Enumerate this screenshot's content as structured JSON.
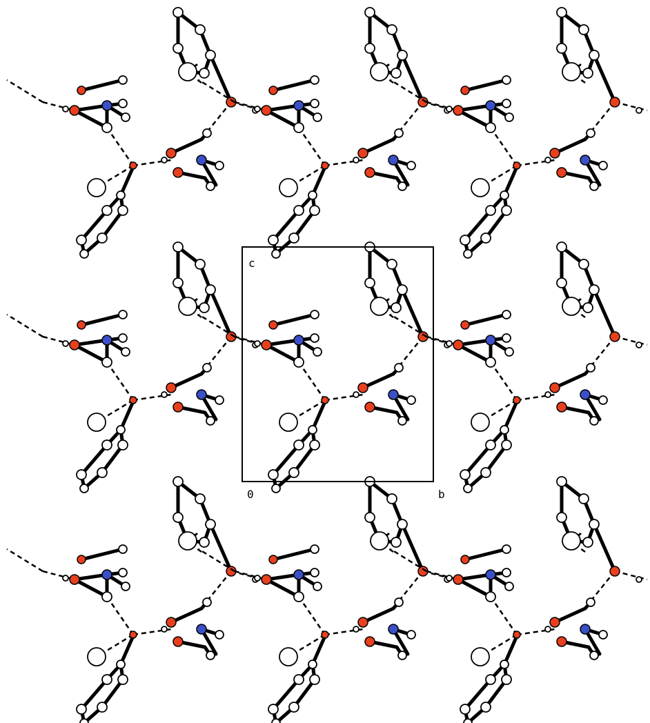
{
  "figure": {
    "unit_cell": {
      "corner_labels": {
        "origin": "0",
        "c_axis": "c",
        "b_axis": "b"
      }
    },
    "atom_colors": {
      "carbon": "#ffffff",
      "oxygen": "#e8401e",
      "nitrogen": "#3b4fc8",
      "bond": "#000000",
      "hydrogen_bond": "#000000"
    },
    "packing": {
      "columns": 3,
      "rows": 3,
      "projection": "view along a"
    }
  }
}
